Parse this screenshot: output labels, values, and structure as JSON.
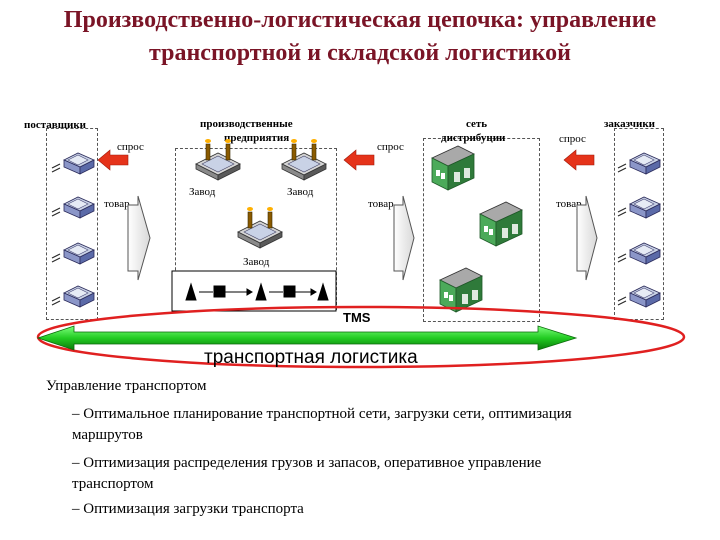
{
  "title": {
    "line1": "Производственно-логистическая цепочка: управление",
    "line2": "транспортной и складской логистикой"
  },
  "columns": {
    "suppliers": "поставщики",
    "plants_line1": "производственные",
    "plants_line2": "предприятия",
    "distribution_line1": "сеть",
    "distribution_line2": "дистрибуции",
    "customers": "заказчики"
  },
  "flow": {
    "demand": "спрос",
    "goods": "товар"
  },
  "plants": {
    "plant": "Завод"
  },
  "tms_label": "TMS",
  "transport_label": "транспортная логистика",
  "bullets": {
    "heading": "Управление транспортом",
    "item1_line1": "– Оптимальное планирование транспортной сети, загрузки сети, оптимизация",
    "item1_line2": "маршрутов",
    "item2_line1": "– Оптимизация распределения грузов и запасов, оперативное управление",
    "item2_line2": "транспортом",
    "item3": "– Оптимизация загрузки транспорта"
  },
  "colors": {
    "title": "#7a1426",
    "demand_arrow": "#e5331a",
    "transport_arrow": "#22cc22",
    "ellipse": "#e02020"
  }
}
